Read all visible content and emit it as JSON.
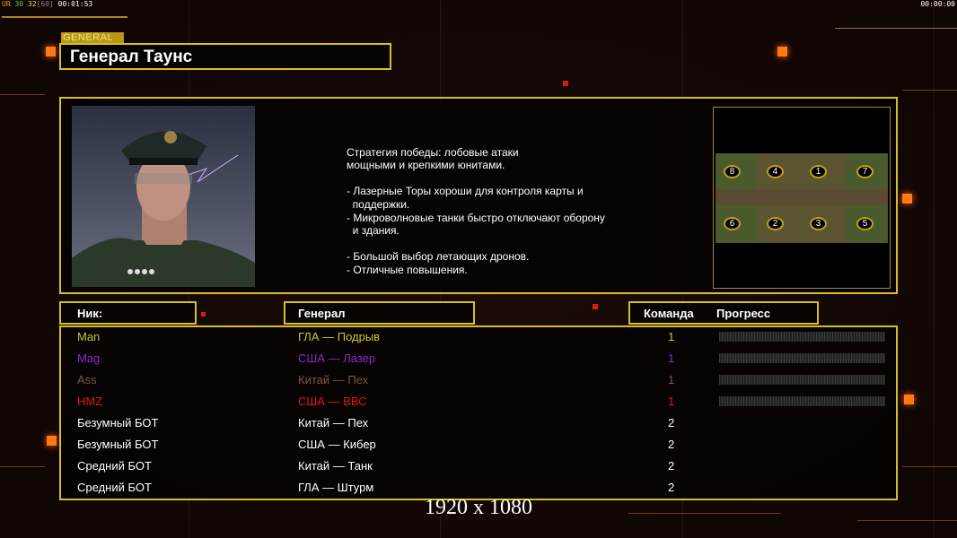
{
  "hud": {
    "fps_a": "UR",
    "fps_b": "30",
    "fps_c": "32",
    "fps_d": "[60]",
    "elapsed": "00:01:53",
    "timer_right": "00:00:00"
  },
  "general_tag": "GENERAL",
  "title": "Генерал Таунс",
  "description": [
    "Стратегия победы: лобовые атаки",
    "мощными и крепкими юнитами.",
    "",
    "- Лазерные Торы хороши для контроля карты и",
    "  поддержки.",
    "- Микроволновые танки быстро отключают оборону",
    "  и здания.",
    "",
    "- Большой выбор летающих дронов.",
    "- Отличные повышения."
  ],
  "map": {
    "slots": [
      "8",
      "4",
      "1",
      "7",
      "6",
      "2",
      "3",
      "5"
    ]
  },
  "headers": {
    "nick": "Ник:",
    "general": "Генерал",
    "team": "Команда",
    "progress": "Прогресс"
  },
  "players": [
    {
      "nick": "Man",
      "general": "ГЛА — Подрыв",
      "team": "1",
      "color": "#c8c832",
      "progress": 0
    },
    {
      "nick": "Mag",
      "general": "США — Лазер",
      "team": "1",
      "color": "#8a2ad0",
      "progress": 0
    },
    {
      "nick": "Ass",
      "general": "Китай — Пех",
      "team": "1",
      "color": "#7a5840",
      "progress": 0
    },
    {
      "nick": "HMZ",
      "general": "США — ВВС",
      "team": "1",
      "color": "#e01818",
      "progress": 0
    },
    {
      "nick": "Безумный БОТ",
      "general": "Китай — Пех",
      "team": "2",
      "color": "#ffffff"
    },
    {
      "nick": "Безумный БОТ",
      "general": "США — Кибер",
      "team": "2",
      "color": "#ffffff"
    },
    {
      "nick": "Средний БОТ",
      "general": "Китай — Танк",
      "team": "2",
      "color": "#ffffff"
    },
    {
      "nick": "Средний БОТ",
      "general": "ГЛА — Штурм",
      "team": "2",
      "color": "#ffffff"
    }
  ],
  "resolution": "1920 x 1080"
}
